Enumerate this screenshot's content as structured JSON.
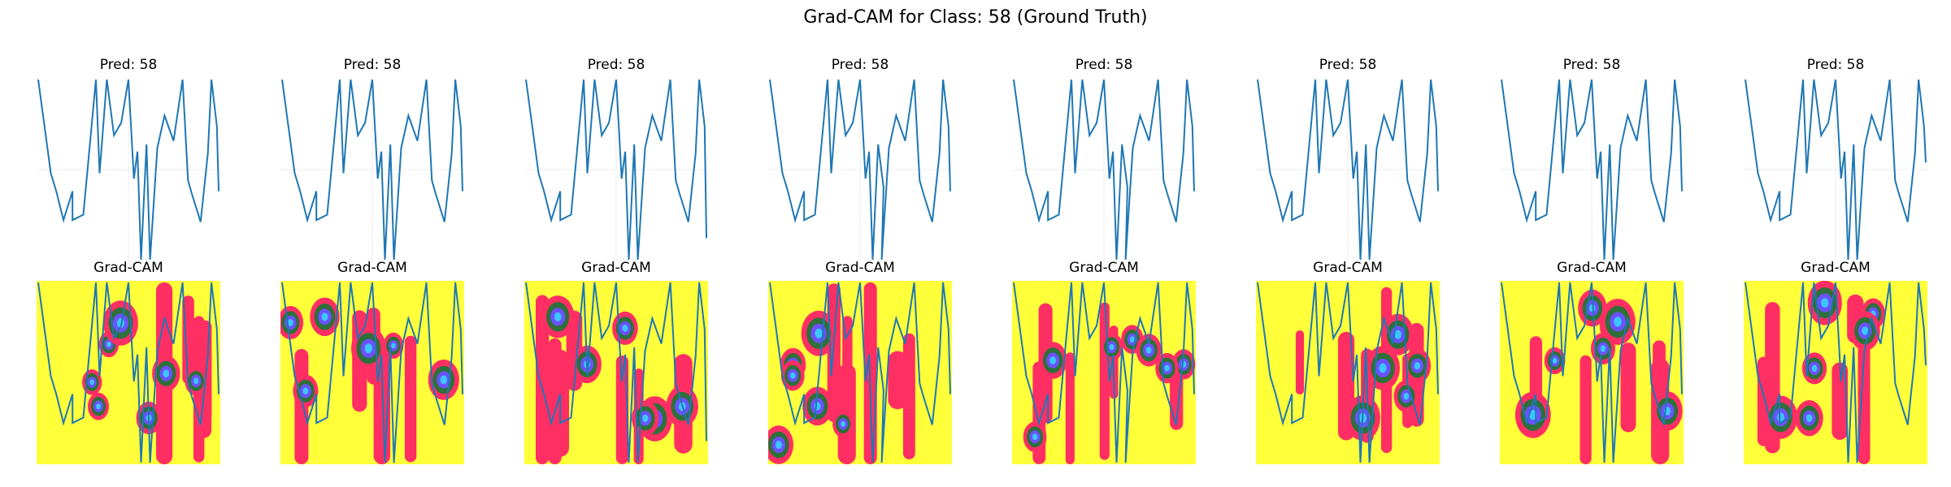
{
  "figure": {
    "suptitle": "Grad-CAM for Class: 58 (Ground Truth)"
  },
  "colors": {
    "line": "#1f77b4",
    "cam_background": "#ffff3a",
    "cam_low": "#ff2e63",
    "cam_mid": "#2f6f3a",
    "cam_high": "#6b52ff",
    "cam_peak": "#3cc6ff",
    "grid": "#eeeeee"
  },
  "chart_data": [
    {
      "type": "line",
      "panel_title": "Pred: 58",
      "cam_title": "Grad-CAM",
      "prediction": 58
    },
    {
      "type": "line",
      "panel_title": "Pred: 58",
      "cam_title": "Grad-CAM",
      "prediction": 58
    },
    {
      "type": "line",
      "panel_title": "Pred: 58",
      "cam_title": "Grad-CAM",
      "prediction": 58
    },
    {
      "type": "line",
      "panel_title": "Pred: 58",
      "cam_title": "Grad-CAM",
      "prediction": 58
    },
    {
      "type": "line",
      "panel_title": "Pred: 58",
      "cam_title": "Grad-CAM",
      "prediction": 58
    },
    {
      "type": "line",
      "panel_title": "Pred: 58",
      "cam_title": "Grad-CAM",
      "prediction": 58
    },
    {
      "type": "line",
      "panel_title": "Pred: 58",
      "cam_title": "Grad-CAM",
      "prediction": 58
    },
    {
      "type": "line",
      "panel_title": "Pred: 58",
      "cam_title": "Grad-CAM",
      "prediction": 58
    }
  ]
}
